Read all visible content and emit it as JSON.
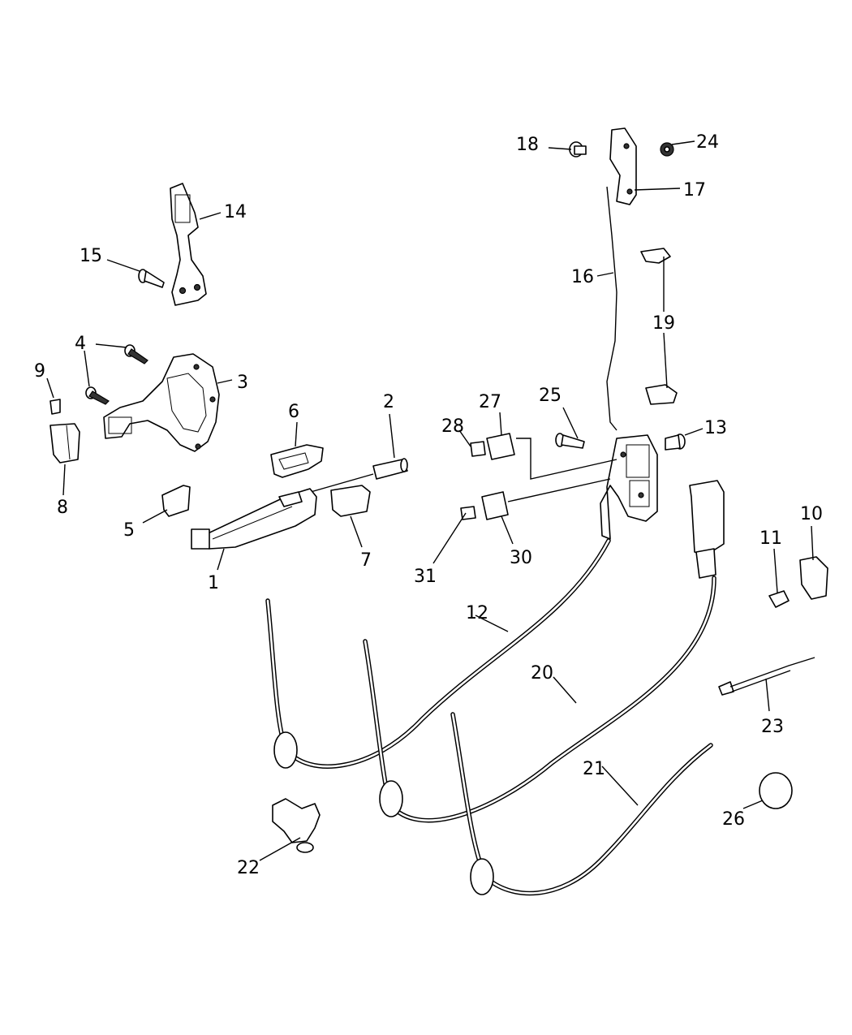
{
  "diagram": {
    "callouts": {
      "c1": "1",
      "c2": "2",
      "c3": "3",
      "c4": "4",
      "c5": "5",
      "c6": "6",
      "c7": "7",
      "c8": "8",
      "c9": "9",
      "c10": "10",
      "c11": "11",
      "c12": "12",
      "c13": "13",
      "c14": "14",
      "c15": "15",
      "c16": "16",
      "c17": "17",
      "c18": "18",
      "c19": "19",
      "c20": "20",
      "c21": "21",
      "c22": "22",
      "c23": "23",
      "c24": "24",
      "c25": "25",
      "c26": "26",
      "c27": "27",
      "c28": "28",
      "c30": "30",
      "c31": "31"
    }
  }
}
